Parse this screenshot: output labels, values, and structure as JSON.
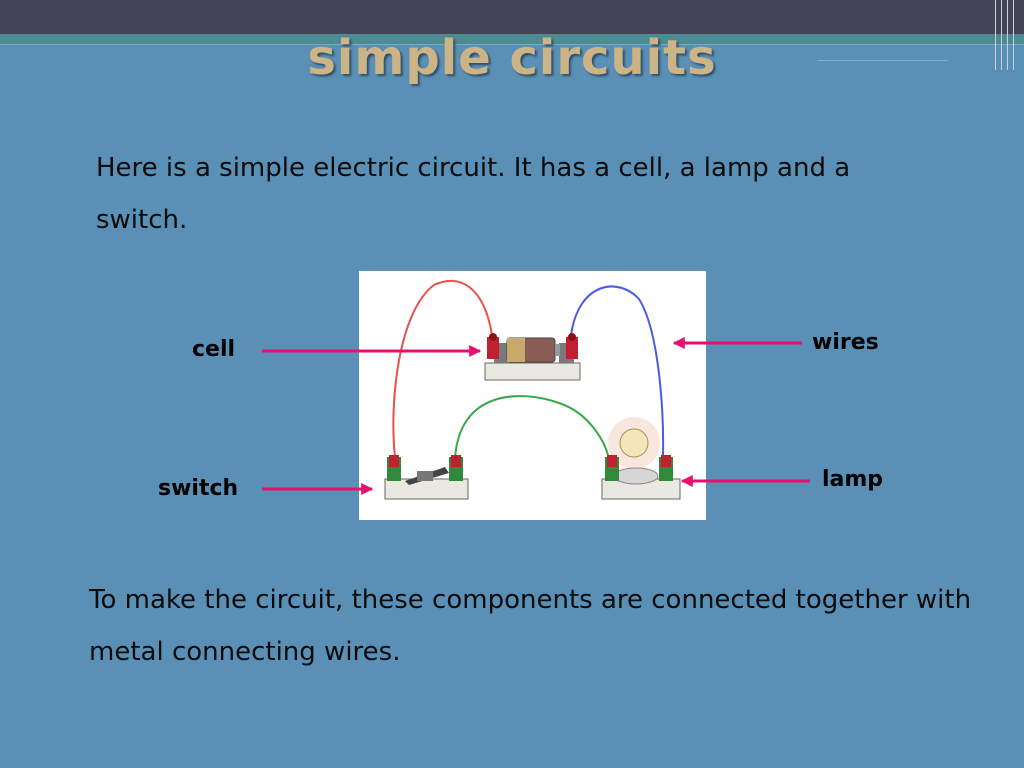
{
  "slide": {
    "title": "simple circuits",
    "intro": "Here is a simple electric circuit. It has a cell, a lamp and a switch.",
    "outro": "To make the circuit, these components are connected together with metal connecting wires."
  },
  "labels": {
    "cell": "cell",
    "switch": "switch",
    "wires": "wires",
    "lamp": "lamp"
  },
  "colors": {
    "background": "#5b90b6",
    "title": "#cdb487",
    "arrow": "#e8106e",
    "wire_red": "#e8504a",
    "wire_blue": "#4a5be0",
    "wire_green": "#3aa84a"
  }
}
